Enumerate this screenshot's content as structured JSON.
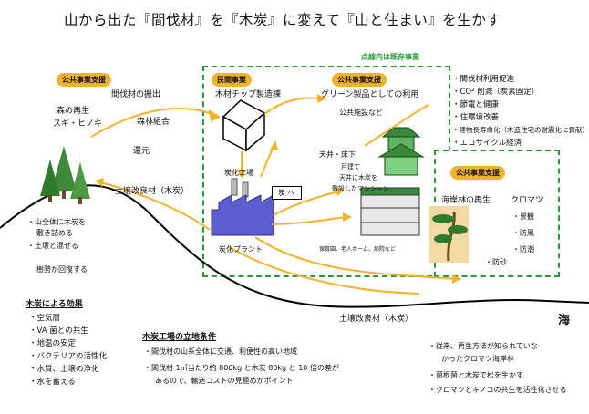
{
  "title": "山から出た『間伐材』を『木炭』に変えて『山と住まい』を生かす",
  "legend_note": "点線内は既存事業",
  "badges": {
    "public_left": "公共事業支援",
    "private": "民間事業",
    "public_mid": "公共事業支援",
    "public_right": "公共事業支援"
  },
  "forest": {
    "label1": "森の再生",
    "label2": "スギ・ヒノキ",
    "thinning": "間伐材の搬出",
    "union": "森林組合",
    "return": "還元",
    "soil": "土壌改良材（木炭）"
  },
  "factory": {
    "chip": "木材チップ製造棟",
    "charcoal_factory": "炭化工場",
    "plant": "炭化プラント",
    "charcoal_tag": "炭 へ"
  },
  "green": {
    "use": "グリーン製品としての利用",
    "public_facility": "公共施設など",
    "ceiling_floor": "天井・床下",
    "house": "戸建て",
    "mansion1": "天井に木炭を",
    "mansion2": "敷設したマンション",
    "facilities": "保育園、老人ホーム、病院など"
  },
  "benefits": [
    "・間伐材利用促進",
    "・CO² 削減（炭素固定）",
    "・節電と健康",
    "・住環境改善",
    "・建物長寿命化（木造住宅の耐震化に貢献）",
    "・エコサイクル経済"
  ],
  "coast": {
    "label1": "海岸林の再生",
    "label2": "クロマツ",
    "items": [
      "・景観",
      "・防風",
      "・防潮",
      "・防砂"
    ]
  },
  "mountain_actions": [
    "・山全体に木炭を",
    "敷き詰める",
    "・土壌と混ぜる",
    "樹勢が回復する"
  ],
  "effects_title": "木炭による効果",
  "effects": [
    "・空気層",
    "・VA 菌との共生",
    "・地温の安定",
    "・バクテリアの活性化",
    "・水質、土壌の浄化",
    "・水を蓄える"
  ],
  "conditions_title": "木炭工場の立地条件",
  "conditions": [
    "・間伐材の山系全体に交通、利便性の高い地域",
    "・間伐材 1㎥当たり約 800kg と木炭 80kg と 10 倍の差が",
    "あるので、輸送コストの見極めがポイント"
  ],
  "sea": "海",
  "soil_bottom": "土壌改良材（木炭）",
  "pine_notes": [
    "・従来、再生方法が知られていな",
    "かったクロマツ海岸林",
    "・菌根菌と木炭で松を生かす",
    "・クロマツとキノコの共生を活性化させる"
  ]
}
